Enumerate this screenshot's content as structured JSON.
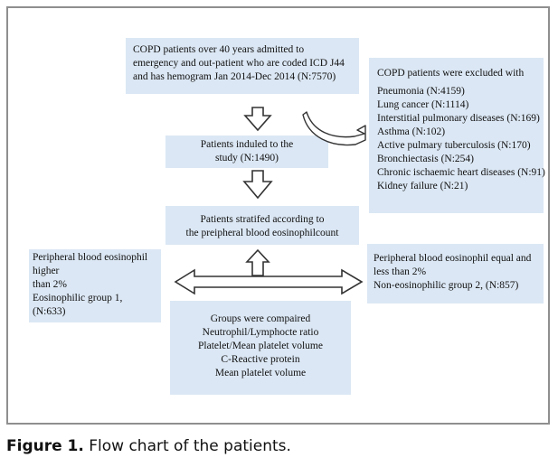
{
  "boxes": {
    "admitted": {
      "lines": [
        "COPD patients over 40 years admitted to",
        "emergency and out-patient who are coded ICD J44",
        "and has hemogram Jan 2014-Dec 2014 (N:7570)"
      ]
    },
    "excluded": {
      "lines": [
        "COPD patients were excluded with",
        "Pneumonia (N:4159)",
        "Lung cancer (N:1114)",
        "Interstitial pulmonary diseases (N:169)",
        "Asthma (N:102)",
        "Active pulmary tuberculosis (N:170)",
        "Bronchiectasis (N:254)",
        "Chronic ischaemic heart diseases (N:91)",
        "Kidney failure (N:21)"
      ]
    },
    "included": {
      "lines": [
        "Patients induled to the",
        "study (N:1490)"
      ]
    },
    "stratified": {
      "lines": [
        "Patients stratifed according to",
        "the preipheral blood eosinophilcount"
      ]
    },
    "group1": {
      "lines": [
        "Peripheral blood eosinophil",
        "higher",
        "than 2%",
        "Eosinophilic group 1,",
        "(N:633)"
      ]
    },
    "group2": {
      "lines": [
        "Peripheral blood eosinophil equal and",
        "less than 2%",
        "Non-eosinophilic group 2, (N:857)"
      ]
    },
    "compared": {
      "lines": [
        "Groups were compaired",
        "Neutrophil/Lymphocte ratio",
        "Platelet/Mean platelet volume",
        "C-Reactive protein",
        "Mean platelet volume"
      ]
    }
  },
  "caption": {
    "label": "Figure 1.",
    "text": "Flow chart of the patients."
  },
  "colors": {
    "box_fill": "#dbe7f4",
    "frame": "#8f8f8f",
    "arrow": "#333333"
  }
}
